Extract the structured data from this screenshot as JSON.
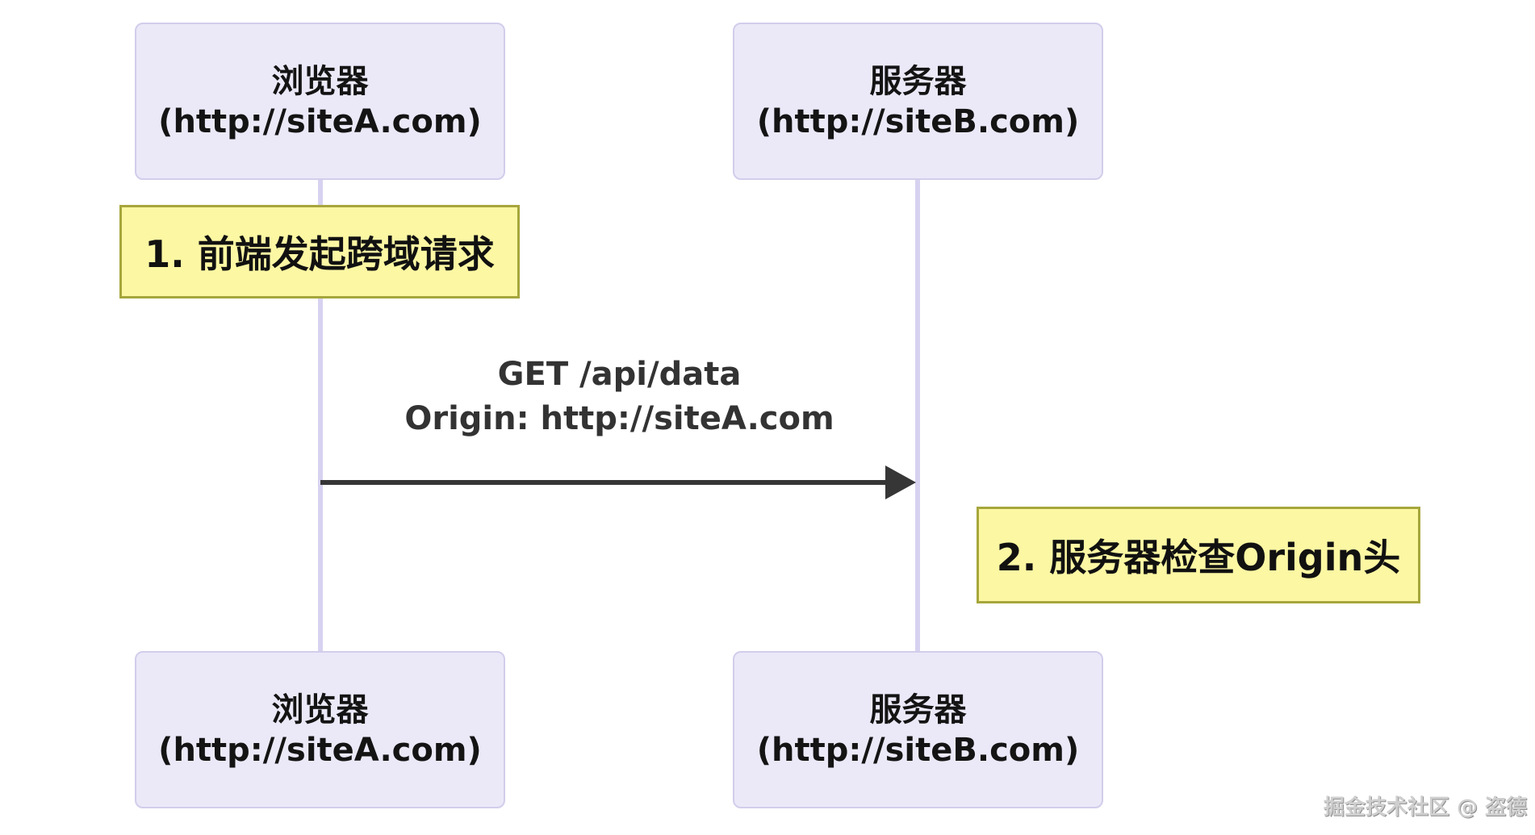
{
  "actors": {
    "browser_top": {
      "name": "浏览器",
      "url": "(http://siteA.com)"
    },
    "server_top": {
      "name": "服务器",
      "url": "(http://siteB.com)"
    },
    "browser_bottom": {
      "name": "浏览器",
      "url": "(http://siteA.com)"
    },
    "server_bottom": {
      "name": "服务器",
      "url": "(http://siteB.com)"
    }
  },
  "notes": {
    "note1": "1. 前端发起跨域请求",
    "note2": "2. 服务器检查Origin头"
  },
  "message": {
    "line1": "GET /api/data",
    "line2": "Origin: http://siteA.com"
  },
  "watermark": "掘金技术社区 @ 盗德",
  "icons": {
    "arrowhead_icon": "solid-right-pointing-triangle"
  },
  "colors": {
    "actor_fill": "#EBE9F8",
    "actor_border": "#D2CDEB",
    "lifeline": "#D7D2F0",
    "note_fill": "#FCF7A3",
    "note_border": "#A6A63C",
    "arrow": "#363636",
    "message_text": "#333333",
    "actor_text": "#141414"
  }
}
